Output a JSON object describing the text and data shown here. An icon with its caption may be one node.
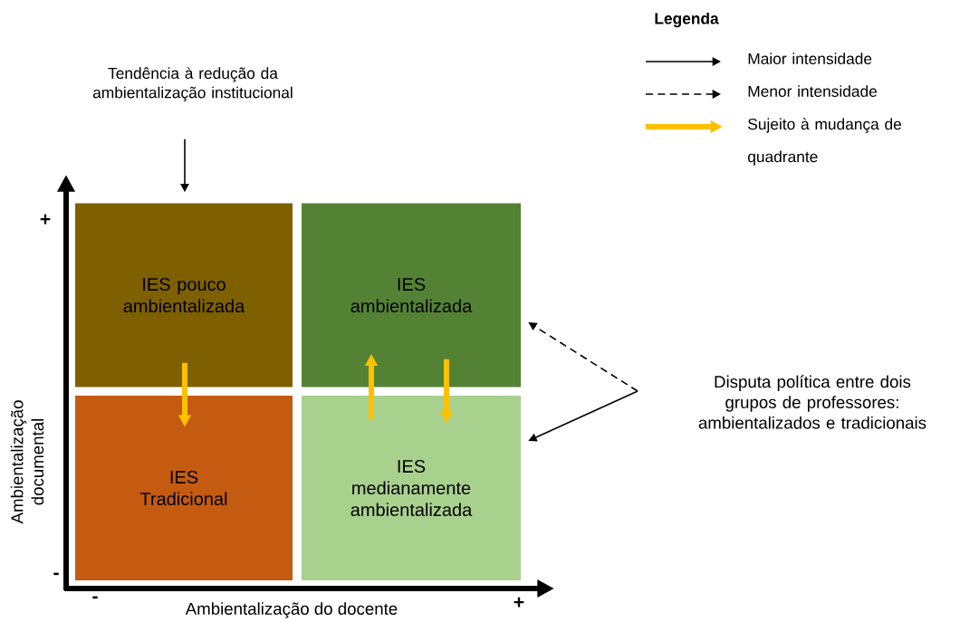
{
  "diagram": {
    "nodes": [
      {
        "text": [
          "Tendência à redução da ambientalização institucional"
        ]
      },
      {
        "text": [
          "IES pouco ambientalizada"
        ]
      },
      {
        "text": [
          "IES ambientalizada"
        ]
      },
      {
        "text": [
          "IES Tradicional"
        ]
      },
      {
        "text": [
          "IES medianamente ambientalizada"
        ]
      },
      {
        "text": [
          "Disputa política entre dois grupos de professores: ambientalizados e tradicionais"
        ]
      }
    ],
    "edges": [
      {
        "from": 0,
        "to": 1,
        "arrow": "to"
      },
      {
        "from": 1,
        "to": 3,
        "arrow": "to",
        "style": "thick",
        "color": "#ffc000"
      },
      {
        "from": 4,
        "to": 2,
        "arrow": "to",
        "style": "thick",
        "color": "#ffc000"
      },
      {
        "from": 2,
        "to": 4,
        "arrow": "to",
        "style": "thick",
        "color": "#ffc000"
      },
      {
        "from": 5,
        "to": 2,
        "arrow": "to",
        "style": "dashed"
      },
      {
        "from": 5,
        "to": 4,
        "arrow": "to"
      }
    ],
    "labels": [
      "Legenda",
      "+",
      "Ambientalização documental",
      "-",
      "-",
      "Ambientalização do docente",
      "+"
    ],
    "legend": [
      {
        "text": "Maior intensidade"
      },
      {
        "text": "Menor intensidade"
      },
      {
        "text": "Sujeito à mudança de quadrante"
      }
    ]
  }
}
